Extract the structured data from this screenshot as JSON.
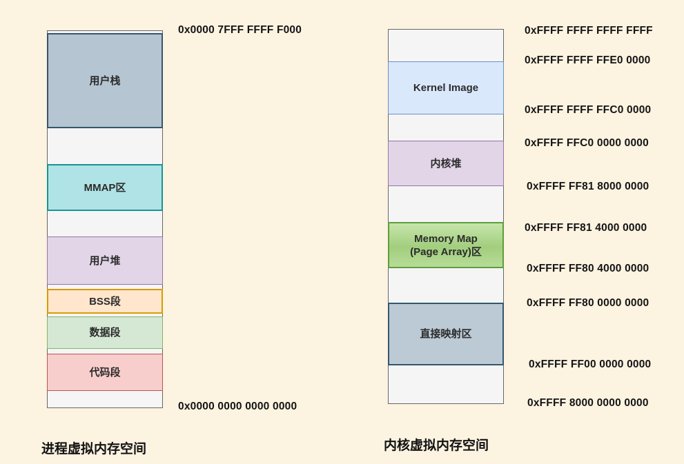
{
  "colors": {
    "background": "#FCF3E1",
    "empty_section_fill": "#F5F5F6",
    "empty_section_border": "#666666",
    "stack_fill": "#B5C5D1",
    "stack_border": "#33566D",
    "mmap_fill": "#B0E3E6",
    "mmap_border": "#189394",
    "heap_fill": "#E1D5E7",
    "heap_border": "#9673A6",
    "bss_fill": "#FFE6CC",
    "bss_border": "#D79B00",
    "data_fill": "#D5E8D4",
    "data_border": "#82B366",
    "code_fill": "#F8CECC",
    "code_border": "#B85450",
    "kernel_image_fill": "#DAE8FC",
    "kernel_image_border": "#6C8EBF",
    "memory_map_fill": "#A2CE7E",
    "memory_map_border": "#5D9E3C",
    "direct_map_fill": "#BCCAD6",
    "direct_map_border": "#33566D"
  },
  "process_space": {
    "caption": "进程虚拟内存空间",
    "top_address": "0x0000 7FFF FFFF F000",
    "bottom_address": "0x0000 0000 0000 0000",
    "segments": [
      {
        "label": "用户栈"
      },
      {
        "label": "MMAP区"
      },
      {
        "label": "用户堆"
      },
      {
        "label": "BSS段"
      },
      {
        "label": "数据段"
      },
      {
        "label": "代码段"
      }
    ]
  },
  "kernel_space": {
    "caption": "内核虚拟内存空间",
    "segments": [
      {
        "label": "Kernel Image"
      },
      {
        "label": "内核堆"
      },
      {
        "label": "Memory Map (Page Array)区"
      },
      {
        "label": "直接映射区"
      }
    ],
    "addresses": [
      "0xFFFF FFFF FFFF FFFF",
      "0xFFFF FFFF FFE0 0000",
      "0xFFFF FFFF FFC0 0000",
      "0xFFFF FFC0 0000 0000",
      "0xFFFF FF81 8000 0000",
      "0xFFFF FF81 4000 0000",
      "0xFFFF FF80 4000 0000",
      "0xFFFF FF80 0000 0000",
      "0xFFFF FF00 0000 0000",
      "0xFFFF 8000 0000 0000"
    ]
  }
}
